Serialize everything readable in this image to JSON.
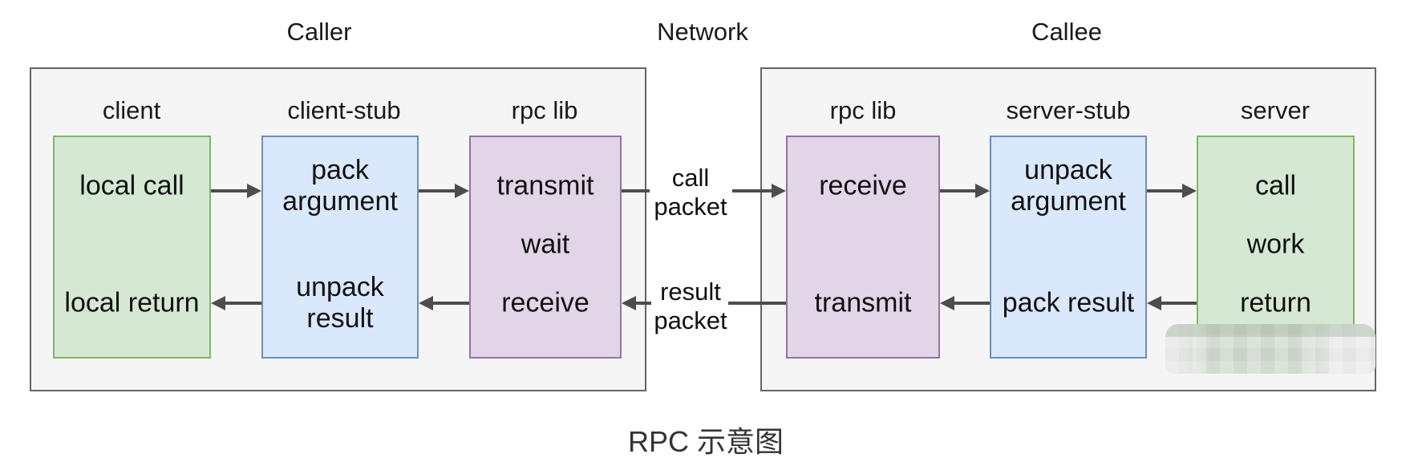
{
  "caption": "RPC 示意图",
  "groups": {
    "caller": {
      "label": "Caller",
      "columns": [
        {
          "header": "client",
          "rows": [
            "local call",
            "local return"
          ]
        },
        {
          "header": "client-stub",
          "rows": [
            "pack argument",
            "unpack result"
          ]
        },
        {
          "header": "rpc lib",
          "rows": [
            "transmit",
            "wait",
            "receive"
          ]
        }
      ]
    },
    "network": {
      "label": "Network",
      "call_packet": {
        "line1": "call",
        "line2": "packet"
      },
      "result_packet": {
        "line1": "result",
        "line2": "packet"
      }
    },
    "callee": {
      "label": "Callee",
      "columns": [
        {
          "header": "rpc lib",
          "rows": [
            "receive",
            "transmit"
          ]
        },
        {
          "header": "server-stub",
          "rows": [
            "unpack argument",
            "pack result"
          ]
        },
        {
          "header": "server",
          "rows": [
            "call",
            "work",
            "return"
          ]
        }
      ]
    }
  },
  "colors": {
    "box_green_fill": "#d5e8d4",
    "box_green_border": "#82b366",
    "box_blue_fill": "#dae8fc",
    "box_blue_border": "#6c8ebf",
    "box_purple_fill": "#e1d5e7",
    "box_purple_border": "#9673a6",
    "container_fill": "#f5f5f5",
    "container_border": "#666666",
    "arrow": "#4d4d4d"
  }
}
